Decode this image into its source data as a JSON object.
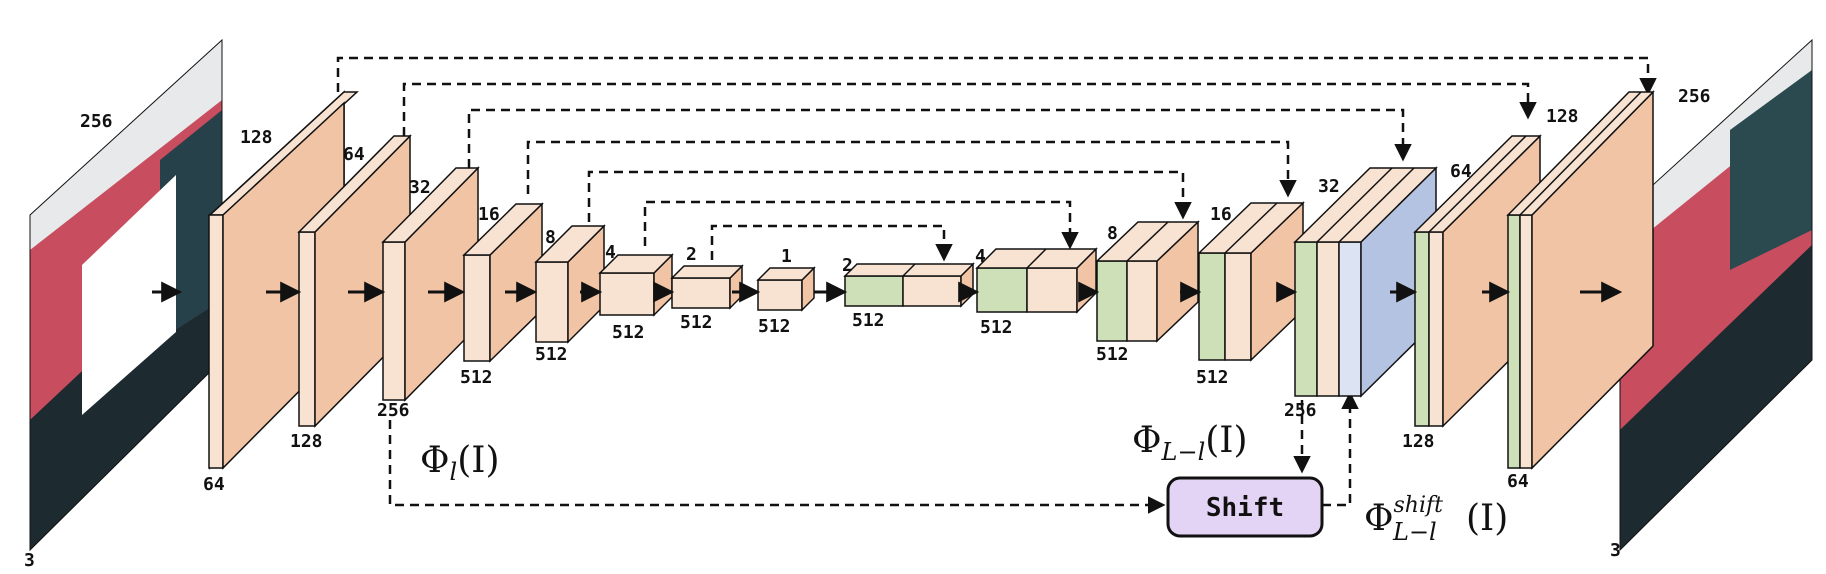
{
  "colors": {
    "encoder_front": "#f2c4a6",
    "encoder_light": "#f8e3d3",
    "decoder_green": "#cde0b8",
    "decoder_blue": "#b4c3e2",
    "shift_fill": "#e3d3f4",
    "photo_red": "#c84d5e",
    "photo_dark": "#22323a",
    "stroke": "#111111"
  },
  "input_image": {
    "label_top": "256",
    "label_bottom": "3"
  },
  "output_image": {
    "label_top": "256",
    "label_bottom": "3"
  },
  "encoder": [
    {
      "top": "128",
      "bottom": "64"
    },
    {
      "top": "64",
      "bottom": "128"
    },
    {
      "top": "32",
      "bottom": "256"
    },
    {
      "top": "16",
      "bottom": "512"
    },
    {
      "top": "8",
      "bottom": "512"
    },
    {
      "top": "4",
      "bottom": "512"
    },
    {
      "top": "2",
      "bottom": "512"
    },
    {
      "top": "1",
      "bottom": "512"
    }
  ],
  "decoder": [
    {
      "top": "2",
      "bottom": "512"
    },
    {
      "top": "4",
      "bottom": "512"
    },
    {
      "top": "8",
      "bottom": "512"
    },
    {
      "top": "16",
      "bottom": "512"
    },
    {
      "top": "32",
      "bottom": "256"
    },
    {
      "top": "64",
      "bottom": "128"
    },
    {
      "top": "128",
      "bottom": "64"
    }
  ],
  "shift": {
    "label": "Shift",
    "phi_l": "Φ",
    "phi_l_sub": "l",
    "phi_l_arg": "(I)",
    "phi_Ll": "Φ",
    "phi_Ll_sub": "L−l",
    "phi_Ll_arg": "(I)",
    "phi_shift": "Φ",
    "phi_shift_sup": "shift",
    "phi_shift_sub": "L−l",
    "phi_shift_arg": "(I)"
  }
}
